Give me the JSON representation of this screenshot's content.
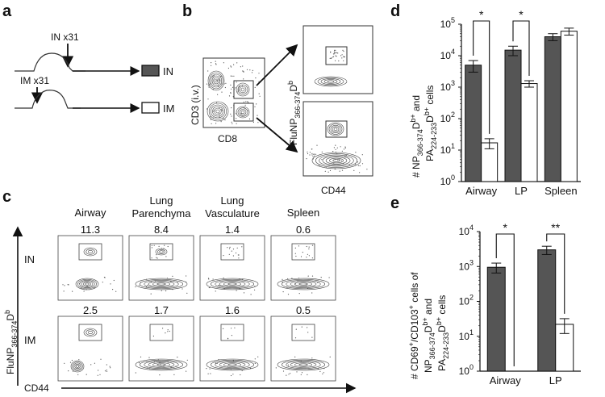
{
  "panel_labels": {
    "a": "a",
    "b": "b",
    "c": "c",
    "d": "d",
    "e": "e"
  },
  "panel_a": {
    "in_dose": "IN x31",
    "im_dose": "IM x31",
    "in_label": "IN",
    "im_label": "IM",
    "in_fill": "#555555",
    "im_fill": "#ffffff"
  },
  "panel_b": {
    "y_axis_main": "CD3 (i.v.)",
    "x_axis_main": "CD8",
    "y_axis_right": "FluNP",
    "y_axis_right_sub": "366-374",
    "y_axis_right_sup": "b",
    "y_axis_right_D": "D",
    "x_axis_right": "CD44"
  },
  "panel_c": {
    "columns": [
      "Airway",
      "Lung\nParenchyma",
      "Lung\nVasculature",
      "Spleen"
    ],
    "rows": [
      "IN",
      "IM"
    ],
    "values": [
      [
        "11.3",
        "8.4",
        "1.4",
        "0.6"
      ],
      [
        "2.5",
        "1.7",
        "1.6",
        "0.5"
      ]
    ],
    "y_axis": "FluNP",
    "y_axis_sub": "366-374",
    "y_axis_D": "D",
    "y_axis_sup": "b",
    "x_axis": "CD44"
  },
  "chart_data": [
    {
      "type": "bar",
      "panel": "d",
      "categories": [
        "Airway",
        "LP",
        "Spleen"
      ],
      "series": [
        {
          "values": [
            5000,
            15000,
            40000
          ],
          "err": [
            2000,
            5000,
            10000
          ],
          "color": "#555555"
        },
        {
          "values": [
            17,
            1300,
            60000
          ],
          "err": [
            6,
            300,
            15000
          ],
          "color": "#ffffff"
        }
      ],
      "yscale": "log",
      "ylim": [
        1,
        100000
      ],
      "yticks": [
        "10",
        "10",
        "10",
        "10",
        "10",
        "10"
      ],
      "ytick_exp": [
        "0",
        "1",
        "2",
        "3",
        "4",
        "5"
      ],
      "ylabel_lines": [
        "# NP",
        "366-374",
        "D",
        "b+",
        " and",
        "PA",
        "224-233",
        "D",
        "b+",
        " cells"
      ],
      "significance": [
        {
          "category": "Airway",
          "mark": "*"
        },
        {
          "category": "LP",
          "mark": "*"
        }
      ]
    },
    {
      "type": "bar",
      "panel": "e",
      "categories": [
        "Airway",
        "LP"
      ],
      "series": [
        {
          "values": [
            950,
            3000
          ],
          "err": [
            300,
            800
          ],
          "color": "#555555"
        },
        {
          "values": [
            1,
            22
          ],
          "err": [
            0,
            10
          ],
          "color": "#ffffff"
        }
      ],
      "yscale": "log",
      "ylim": [
        1,
        10000
      ],
      "yticks": [
        "10",
        "10",
        "10",
        "10",
        "10"
      ],
      "ytick_exp": [
        "0",
        "1",
        "2",
        "3",
        "4"
      ],
      "ylabel_line1": "# CD69",
      "ylabel_line2": "NP",
      "significance": [
        {
          "category": "Airway",
          "mark": "*"
        },
        {
          "category": "LP",
          "mark": "**"
        }
      ]
    }
  ]
}
